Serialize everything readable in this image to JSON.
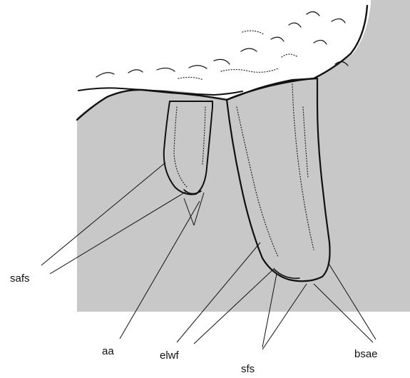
{
  "figure": {
    "background_color": "#c8c8c8",
    "specimen_fill": "#ffffff",
    "line_color": "#111111"
  },
  "labels": {
    "safs": "safs",
    "aa": "aa",
    "elwf": "elwf",
    "sfs": "sfs",
    "bsae": "bsae"
  }
}
